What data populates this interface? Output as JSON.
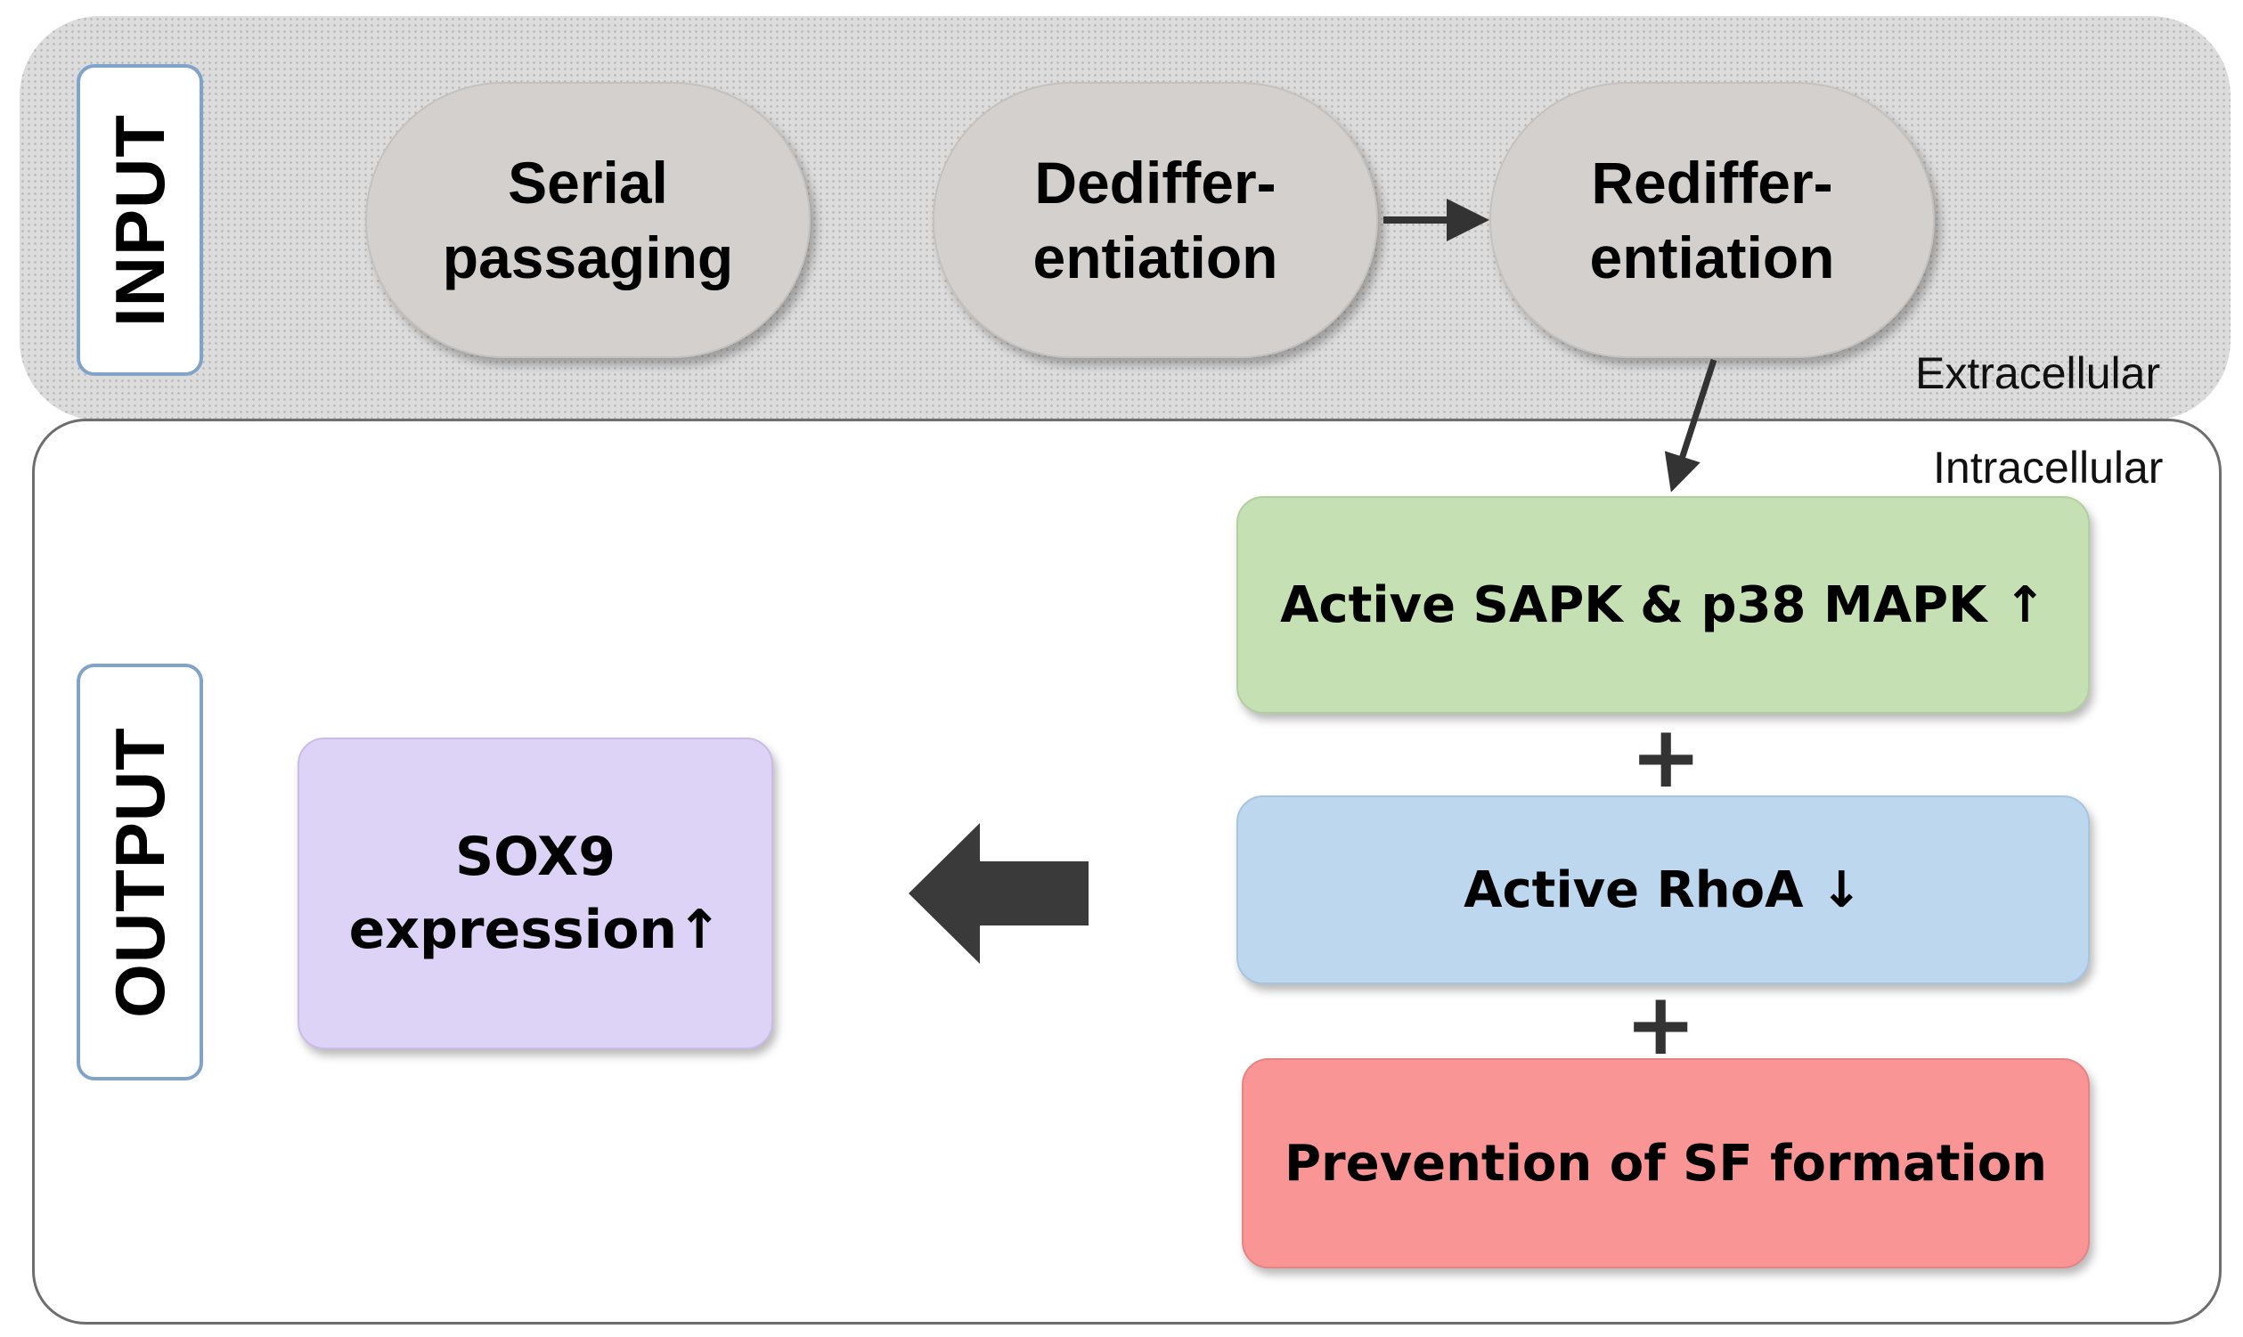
{
  "input_label": "INPUT",
  "output_label": "OUTPUT",
  "extracellular_label": "Extracellular",
  "intracellular_label": "Intracellular",
  "input_steps": [
    {
      "line1": "Serial",
      "line2": "passaging"
    },
    {
      "line1": "Dediffer-",
      "line2": "entiation"
    },
    {
      "line1": "Rediffer-",
      "line2": "entiation"
    }
  ],
  "pathway": {
    "kinase": "Active SAPK & p38 MAPK ↑",
    "rhoa": "Active RhoA ↓",
    "sf": "Prevention of SF formation",
    "combine_symbol": "+"
  },
  "output": {
    "line1": "SOX9",
    "line2": "expression↑"
  },
  "colors": {
    "pill": "#d4d0ce",
    "kinase_box": "#c5e0b3",
    "rhoa_box": "#bdd7ee",
    "sf_box": "#fa9595",
    "output_box": "#dcd3f7",
    "arrow": "#333333"
  }
}
